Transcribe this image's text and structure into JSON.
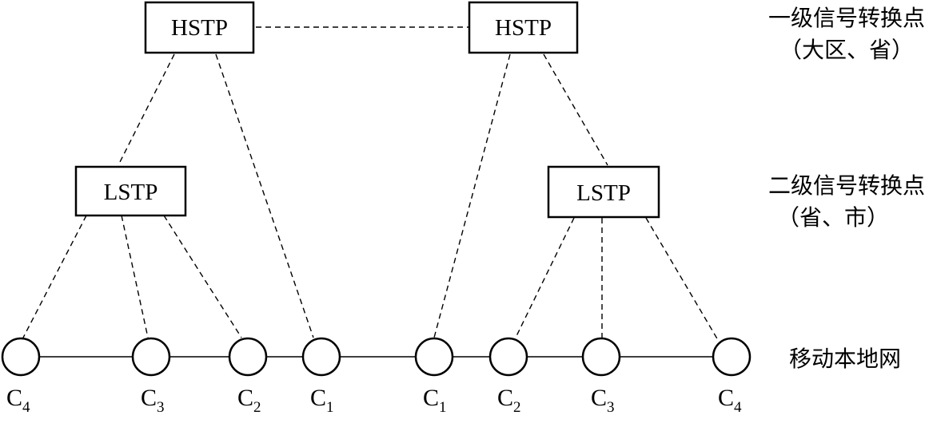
{
  "diagram": {
    "top_nodes": [
      {
        "id": "h1",
        "label": "HSTP"
      },
      {
        "id": "h2",
        "label": "HSTP"
      }
    ],
    "mid_nodes": [
      {
        "id": "l1",
        "label": "LSTP"
      },
      {
        "id": "l2",
        "label": "LSTP"
      }
    ],
    "leaf_nodes": [
      {
        "id": "c4a",
        "base": "C",
        "sub": "4"
      },
      {
        "id": "c3a",
        "base": "C",
        "sub": "3"
      },
      {
        "id": "c2a",
        "base": "C",
        "sub": "2"
      },
      {
        "id": "c1a",
        "base": "C",
        "sub": "1"
      },
      {
        "id": "c1b",
        "base": "C",
        "sub": "1"
      },
      {
        "id": "c2b",
        "base": "C",
        "sub": "2"
      },
      {
        "id": "c3b",
        "base": "C",
        "sub": "3"
      },
      {
        "id": "c4b",
        "base": "C",
        "sub": "4"
      }
    ],
    "level_labels": {
      "level1_line1": "一级信号转换点",
      "level1_line2": "（大区、省）",
      "level2_line1": "二级信号转换点",
      "level2_line2": "（省、市）",
      "local_net": "移动本地网"
    }
  }
}
